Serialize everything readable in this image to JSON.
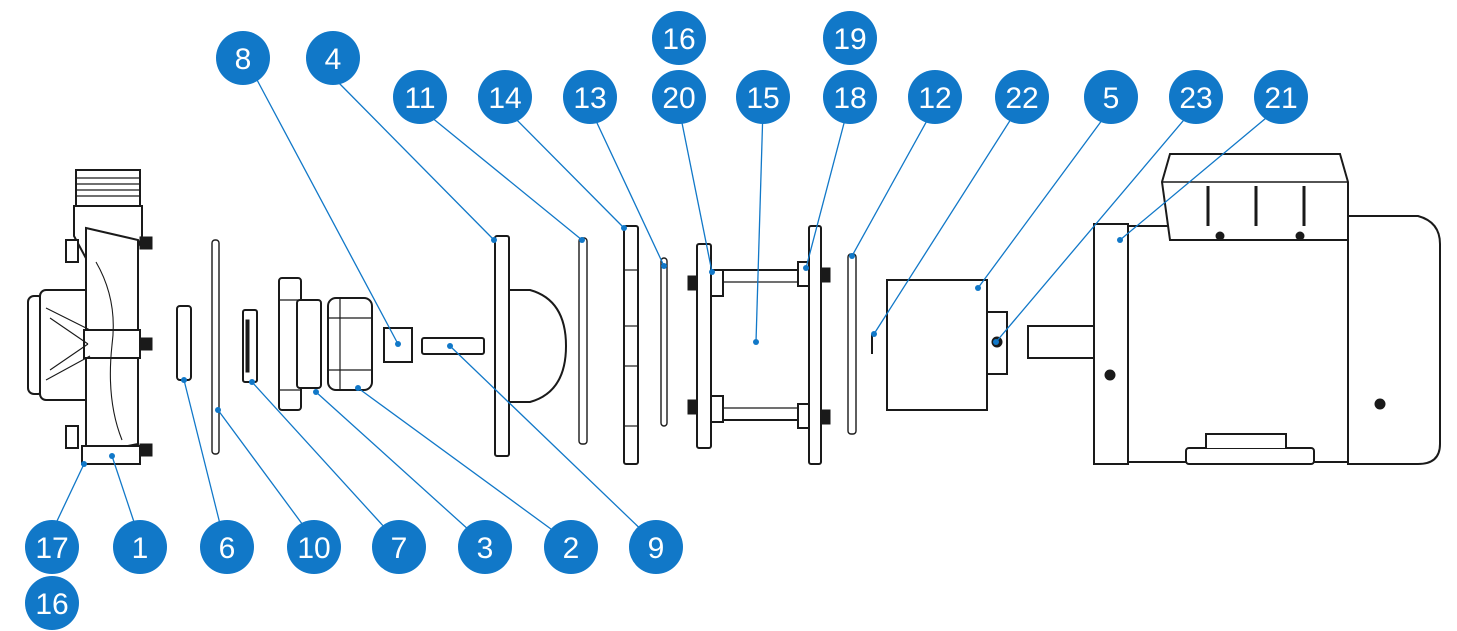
{
  "colors": {
    "callout": "#1178c8",
    "leader": "#1178c8",
    "line_art": "#1a1a1a"
  },
  "callouts": [
    {
      "id": "c8",
      "label": "8"
    },
    {
      "id": "c4",
      "label": "4"
    },
    {
      "id": "c16a",
      "label": "16"
    },
    {
      "id": "c19",
      "label": "19"
    },
    {
      "id": "c11",
      "label": "11"
    },
    {
      "id": "c14",
      "label": "14"
    },
    {
      "id": "c13",
      "label": "13"
    },
    {
      "id": "c20",
      "label": "20"
    },
    {
      "id": "c15",
      "label": "15"
    },
    {
      "id": "c18",
      "label": "18"
    },
    {
      "id": "c12",
      "label": "12"
    },
    {
      "id": "c22",
      "label": "22"
    },
    {
      "id": "c5",
      "label": "5"
    },
    {
      "id": "c23",
      "label": "23"
    },
    {
      "id": "c21",
      "label": "21"
    },
    {
      "id": "c17",
      "label": "17"
    },
    {
      "id": "c1",
      "label": "1"
    },
    {
      "id": "c6",
      "label": "6"
    },
    {
      "id": "c10",
      "label": "10"
    },
    {
      "id": "c7",
      "label": "7"
    },
    {
      "id": "c3",
      "label": "3"
    },
    {
      "id": "c2",
      "label": "2"
    },
    {
      "id": "c9",
      "label": "9"
    },
    {
      "id": "c16b",
      "label": "16"
    }
  ]
}
